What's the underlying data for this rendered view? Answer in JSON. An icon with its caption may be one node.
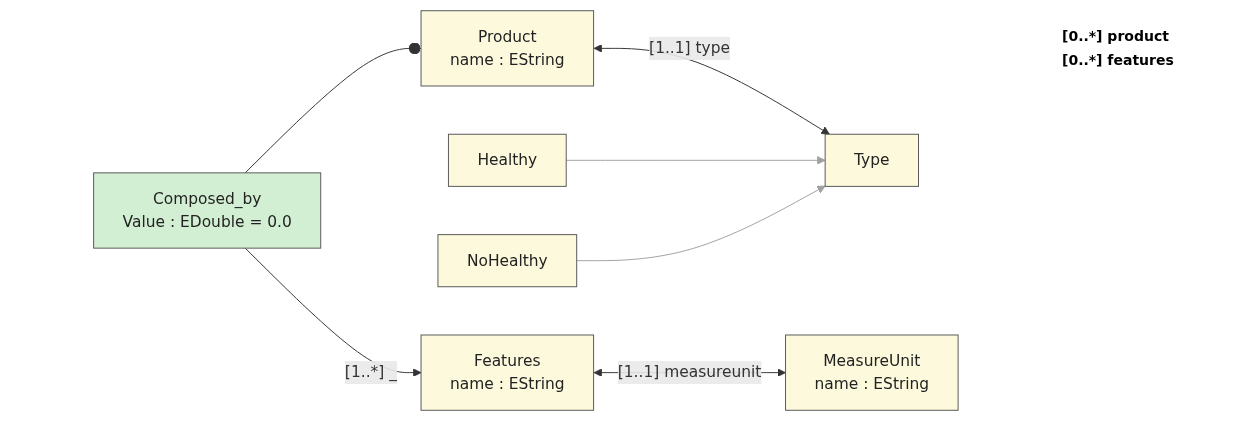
{
  "diagram": {
    "nodes": [
      {
        "text": [
          "Product",
          "name : EString"
        ]
      },
      {
        "text": [
          "Type"
        ]
      },
      {
        "text": [
          "MeasureUnit",
          "name : EString"
        ]
      },
      {
        "text": [
          "Composed_by",
          "Value : EDouble = 0.0"
        ]
      },
      {
        "text": [
          "Features",
          "name : EString"
        ]
      },
      {
        "text": [
          "Healthy"
        ]
      },
      {
        "text": [
          "NoHealthy"
        ]
      }
    ],
    "edges": [
      {
        "from": 0,
        "to": 1,
        "arrow": "both",
        "label": "[1..1] type"
      },
      {
        "from": 4,
        "to": 2,
        "arrow": "both",
        "label": "[1..1] measureunit"
      },
      {
        "from": 3,
        "to": 0,
        "arrow": "other"
      },
      {
        "from": 3,
        "to": 4,
        "arrow": "to",
        "label": "[1..*] _"
      },
      {
        "from": 5,
        "to": 1,
        "arrow": "to",
        "color": "#a0a0a0"
      },
      {
        "from": 6,
        "to": 1,
        "arrow": "to",
        "color": "#a0a0a0"
      }
    ],
    "labels": [
      "[0..*] product",
      "[0..*] features"
    ]
  }
}
